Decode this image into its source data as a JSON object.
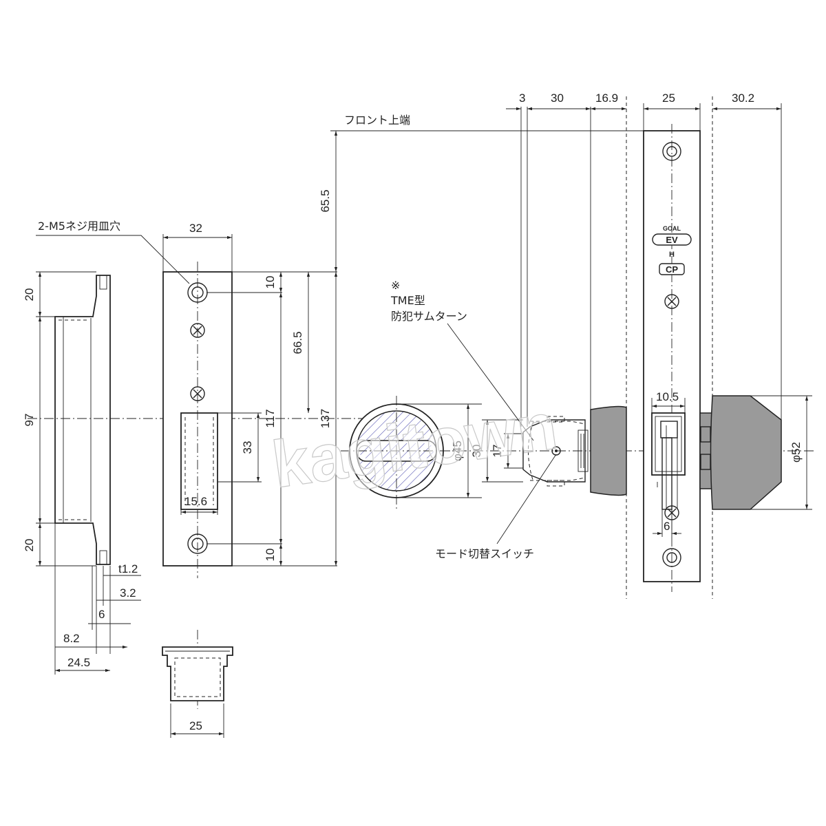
{
  "labels": {
    "front_top": "フロント上端",
    "screw_holes": "2-M5ネジ用皿穴",
    "tme_mark": "※",
    "tme_type": "TME型",
    "thumbturn": "防犯サムターン",
    "mode_switch": "モード切替スイッチ"
  },
  "logo": {
    "brand": "GOAL",
    "model": "EV",
    "h": "H",
    "cp": "CP"
  },
  "watermark": "kagitown",
  "dims": {
    "d3": "3",
    "d30_top": "30",
    "d16_9": "16.9",
    "d25_top": "25",
    "d30_2": "30.2",
    "d65_5": "65.5",
    "d32": "32",
    "d10_top": "10",
    "d66_5": "66.5",
    "d117": "117",
    "d137": "137",
    "d33": "33",
    "d15_6": "15.6",
    "d10_bot": "10",
    "d20_top": "20",
    "d97": "97",
    "d20_bot": "20",
    "t1_2": "t1.2",
    "d3_2": "3.2",
    "d6_left": "6",
    "d8_2": "8.2",
    "d24_5": "24.5",
    "d25_bot": "25",
    "phi45": "φ45",
    "d30_mid": "30",
    "d17": "17",
    "d10_5": "10.5",
    "d6_right": "6",
    "phi52": "φ52"
  },
  "colors": {
    "line": "#222222",
    "hatch": "#5a5ab4",
    "knob": "#9a9a9a",
    "watermark_stroke": "#c8c8c8"
  }
}
